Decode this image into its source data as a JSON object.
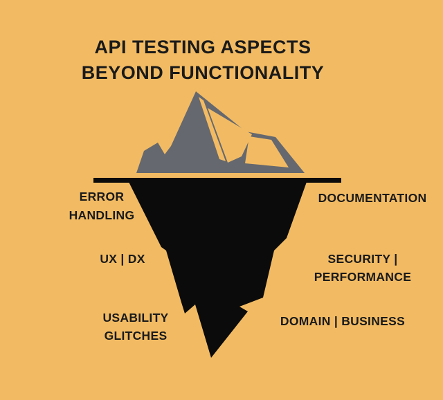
{
  "title": {
    "line1": "API TESTING ASPECTS",
    "line2": "BEYOND FUNCTIONALITY"
  },
  "labels": {
    "error_handling": {
      "line1": "ERROR",
      "line2": "HANDLING"
    },
    "documentation": {
      "text": "DOCUMENTATION"
    },
    "ux_dx": {
      "text": "UX | DX"
    },
    "security_performance": {
      "line1": "SECURITY |",
      "line2": "PERFORMANCE"
    },
    "usability_glitches": {
      "line1": "USABILITY",
      "line2": "GLITCHES"
    },
    "domain_business": {
      "text": "DOMAIN | BUSINESS"
    }
  },
  "colors": {
    "background": "#F2BB63",
    "iceberg_above_water": "#65686E",
    "iceberg_below_water": "#0B0B0B",
    "waterline": "#0B0B0B",
    "text": "#1A1A1A"
  }
}
